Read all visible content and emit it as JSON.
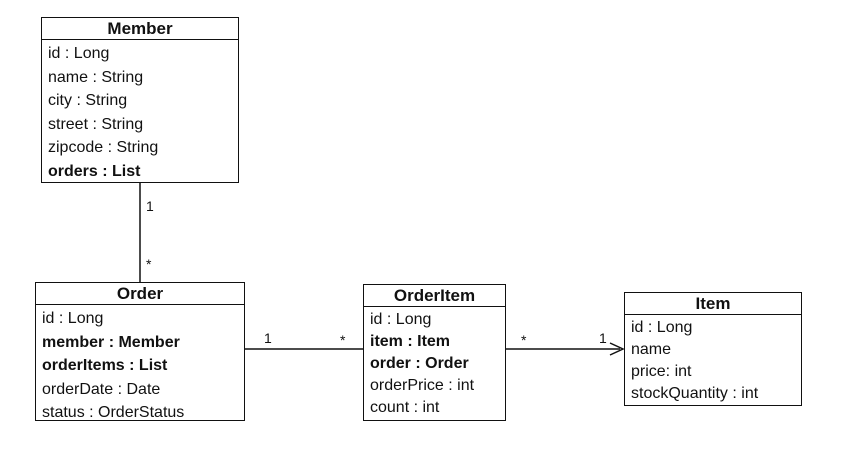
{
  "classes": {
    "member": {
      "name": "Member",
      "attributes": [
        {
          "text": "id : Long",
          "bold": false
        },
        {
          "text": "name : String",
          "bold": false
        },
        {
          "text": "city : String",
          "bold": false
        },
        {
          "text": "street : String",
          "bold": false
        },
        {
          "text": "zipcode : String",
          "bold": false
        },
        {
          "text": "orders : List",
          "bold": true
        }
      ]
    },
    "order": {
      "name": "Order",
      "attributes": [
        {
          "text": "id : Long",
          "bold": false
        },
        {
          "text": "member : Member",
          "bold": true
        },
        {
          "text": "orderItems : List",
          "bold": true
        },
        {
          "text": "orderDate : Date",
          "bold": false
        },
        {
          "text": "status : OrderStatus",
          "bold": false
        }
      ]
    },
    "orderitem": {
      "name": "OrderItem",
      "attributes": [
        {
          "text": "id : Long",
          "bold": false
        },
        {
          "text": "item : Item",
          "bold": true
        },
        {
          "text": "order : Order",
          "bold": true
        },
        {
          "text": "orderPrice : int",
          "bold": false
        },
        {
          "text": "count : int",
          "bold": false
        }
      ]
    },
    "item": {
      "name": "Item",
      "attributes": [
        {
          "text": "id : Long",
          "bold": false
        },
        {
          "text": "name",
          "bold": false
        },
        {
          "text": "price: int",
          "bold": false
        },
        {
          "text": "stockQuantity : int",
          "bold": false
        }
      ]
    }
  },
  "associations": {
    "member_order": {
      "source_mult": "1",
      "target_mult": "*"
    },
    "order_orderitem": {
      "source_mult": "1",
      "target_mult": "*"
    },
    "orderitem_item": {
      "source_mult": "*",
      "target_mult": "1",
      "arrow": true
    }
  }
}
